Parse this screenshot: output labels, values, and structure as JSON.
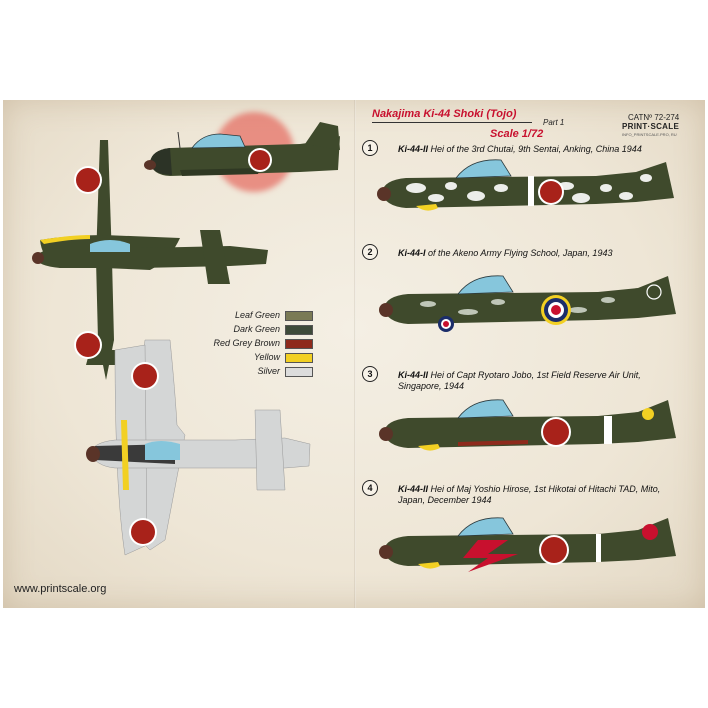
{
  "header": {
    "title": "Nakajima Ki-44 Shoki (Tojo)",
    "part": "Part 1",
    "scale": "Scale 1/72",
    "catalog": "CATNº 72-274",
    "brand": "PRINT·SCALE",
    "brand_sub": "INFO_PRINTSCALE.PRO, RU"
  },
  "legend": [
    {
      "label": "Leaf Green",
      "color": "#7a7a55"
    },
    {
      "label": "Dark Green",
      "color": "#3d4a3a"
    },
    {
      "label": "Red Grey Brown",
      "color": "#8e2a1c"
    },
    {
      "label": "Yellow",
      "color": "#f2d023"
    },
    {
      "label": "Silver",
      "color": "#dcdcdc"
    }
  ],
  "profiles": [
    {
      "number": "1",
      "variant": "Ki-44-II",
      "text": " Hei of the 3rd Chutai, 9th Sentai, Anking, China 1944"
    },
    {
      "number": "2",
      "variant": "Ki-44-I",
      "text": " of the Akeno Army Flying School, Japan, 1943"
    },
    {
      "number": "3",
      "variant": "Ki-44-II",
      "text": " Hei of Capt Ryotaro Jobo, 1st Field Reserve Air Unit,",
      "text2": "Singapore, 1944"
    },
    {
      "number": "4",
      "variant": "Ki-44-II",
      "text": " Hei of Maj Yoshio Hirose, 1st Hikotai of Hitachi TAD, Mito,",
      "text2": "Japan, December 1944"
    }
  ],
  "footer": {
    "website": "www.printscale.org"
  },
  "colors": {
    "olive": "#3f4a2c",
    "hinomaru": "#a8221a",
    "canopy": "#86c6dc",
    "yellow": "#f2d023",
    "silver": "#d4d6d6"
  }
}
